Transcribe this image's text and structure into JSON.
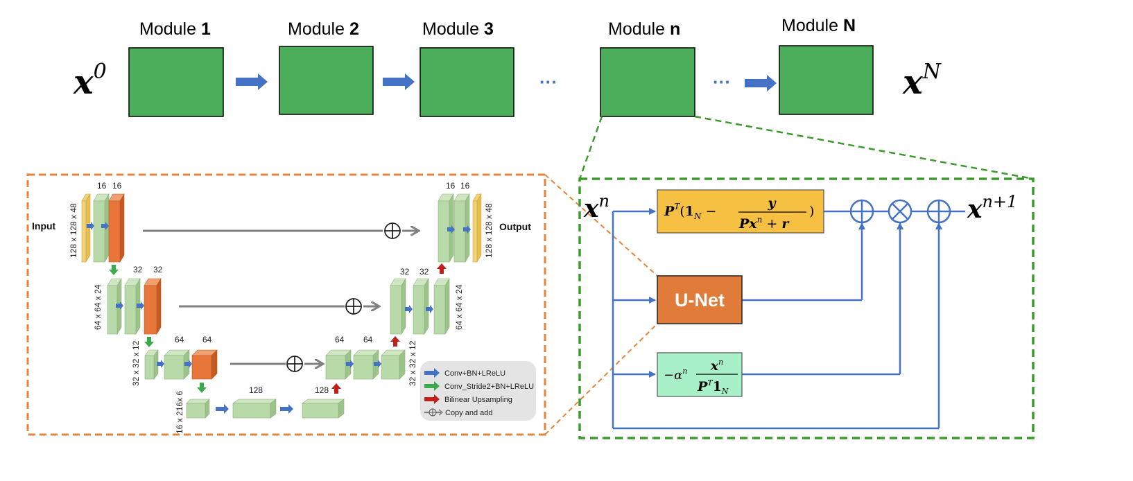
{
  "modules": [
    {
      "prefix": "Module ",
      "num": "1"
    },
    {
      "prefix": "Module ",
      "num": "2"
    },
    {
      "prefix": "Module ",
      "num": "3"
    },
    {
      "prefix": "Module ",
      "num": "n"
    },
    {
      "prefix": "Module ",
      "num": "N"
    }
  ],
  "top_math": {
    "x0_base": "x",
    "x0_sup": "0",
    "xN_base": "x",
    "xN_sup": "N",
    "ellipsis": "···"
  },
  "unet_detail": {
    "input_label": "Input",
    "output_label": "Output",
    "dims": {
      "level1_left": "128 x 128 x 48",
      "level1_right": "128 x 128 x 48",
      "level2_left": "64 x 64 x 24",
      "level2_right": "64 x 64 x 24",
      "level3_left": "32 x 32 x 12",
      "level3_right": "32 x 32 x 12",
      "level4_left": "16 x 216x 6"
    },
    "channels": {
      "l1a": "16",
      "l1b": "16",
      "r1a": "16",
      "r1b": "16",
      "l2a": "32",
      "l2b": "32",
      "r2a": "32",
      "r2b": "32",
      "l3a": "64",
      "l3b": "64",
      "r3a": "64",
      "r3b": "64",
      "b1": "128",
      "b2": "128"
    },
    "legend": [
      {
        "label": "Conv+BN+LReLU",
        "color": "#4472c4",
        "icon": "blue-arrow"
      },
      {
        "label": "Conv_Stride2+BN+LReLU",
        "color": "#3aaa4a",
        "icon": "green-arrow"
      },
      {
        "label": "Bilinear Upsampling",
        "color": "#c0201a",
        "icon": "red-arrow"
      },
      {
        "label": "Copy and add",
        "color": "#808080",
        "icon": "copy-add-arrow"
      }
    ]
  },
  "module_detail": {
    "xn_base": "x",
    "xn_sup": "n",
    "xn1_base": "x",
    "xn1_sup": "n+1",
    "unet_label": "U-Net",
    "formula_top": {
      "P": "P",
      "T": "T",
      "open": "(",
      "one": "1",
      "N": "N",
      "minus": " − ",
      "num": "y",
      "den_P": "P",
      "den_x": "x",
      "den_n": "n",
      "den_plus": " + ",
      "den_r": "r",
      "close": ")"
    },
    "formula_bottom": {
      "minus": "−",
      "alpha": "α",
      "n": "n",
      "num_x": "x",
      "num_n": "n",
      "den_P": "P",
      "den_T": "T",
      "den_one": "1",
      "den_N": "N"
    }
  },
  "colors": {
    "module_green": "#4cae5a",
    "arrow_blue": "#4472c4",
    "orange_dashed": "#e8823a",
    "green_dashed": "#3a9a2a",
    "unet_orange": "#e07b39",
    "formula_yellow": "#f6c142",
    "formula_mint": "#a8f0c8",
    "block_green": "#b8d9a8",
    "block_orange": "#e8763a",
    "block_yellow": "#f3d27a",
    "skip_gray": "#808080"
  }
}
